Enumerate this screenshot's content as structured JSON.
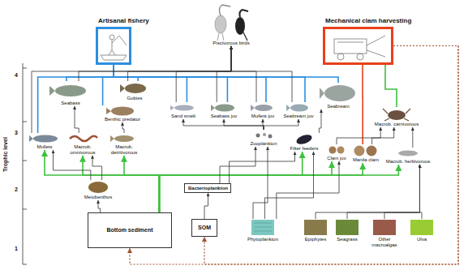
{
  "diagram": {
    "nodes": [
      {
        "text": [
          "Artisanal fishery"
        ]
      },
      {
        "text": [
          "Piscivorous birds"
        ]
      },
      {
        "text": [
          "Mechanical clam harvesting"
        ]
      },
      {
        "text": [
          "Seabass"
        ]
      },
      {
        "text": [
          "Gobies"
        ]
      },
      {
        "text": [
          "Benthic predator"
        ]
      },
      {
        "text": [
          "Sand smelt"
        ]
      },
      {
        "text": [
          "Seabass juv"
        ]
      },
      {
        "text": [
          "Mullets juv"
        ]
      },
      {
        "text": [
          "Seabream juv"
        ]
      },
      {
        "text": [
          "Seabream"
        ]
      },
      {
        "text": [
          "Macrob. carnivorous"
        ]
      },
      {
        "text": [
          "Mullets"
        ]
      },
      {
        "text": [
          "Macrob. omnivorous"
        ]
      },
      {
        "text": [
          "Macrob. detritivorous"
        ]
      },
      {
        "text": [
          "Zooplankton"
        ]
      },
      {
        "text": [
          "Filter feeders"
        ]
      },
      {
        "text": [
          "Clam juv"
        ]
      },
      {
        "text": [
          "Manila clam"
        ]
      },
      {
        "text": [
          "Macrob. herbivorous"
        ]
      },
      {
        "text": [
          "Meiobenthos"
        ]
      },
      {
        "text": [
          "Bacterioplankton"
        ]
      },
      {
        "text": [
          "Bottom sediment"
        ]
      },
      {
        "text": [
          "SOM"
        ]
      },
      {
        "text": [
          "Phytoplankton"
        ]
      },
      {
        "text": [
          "Epiphytes"
        ]
      },
      {
        "text": [
          "Seagrass"
        ]
      },
      {
        "text": [
          "Other macroalgae"
        ]
      },
      {
        "text": [
          "Ulva"
        ]
      }
    ],
    "edges": [
      {
        "from": 12,
        "to": 0,
        "arrow": "none"
      },
      {
        "from": 3,
        "to": 0,
        "arrow": "none"
      },
      {
        "from": 4,
        "to": 0,
        "arrow": "none"
      },
      {
        "from": 5,
        "to": 0,
        "arrow": "none"
      },
      {
        "from": 6,
        "to": 0,
        "arrow": "none"
      },
      {
        "from": 7,
        "to": 0,
        "arrow": "none"
      },
      {
        "from": 8,
        "to": 0,
        "arrow": "none"
      },
      {
        "from": 9,
        "to": 0,
        "arrow": "none"
      },
      {
        "from": 10,
        "to": 0,
        "arrow": "none"
      },
      {
        "from": 12,
        "to": 1,
        "arrow": "to"
      },
      {
        "from": 3,
        "to": 1,
        "arrow": "to"
      },
      {
        "from": 4,
        "to": 1,
        "arrow": "to"
      },
      {
        "from": 6,
        "to": 1,
        "arrow": "to"
      },
      {
        "from": 7,
        "to": 1,
        "arrow": "to"
      },
      {
        "from": 8,
        "to": 1,
        "arrow": "to"
      },
      {
        "from": 9,
        "to": 1,
        "arrow": "to"
      },
      {
        "from": 2,
        "to": 11,
        "arrow": "none"
      },
      {
        "from": 2,
        "to": 18,
        "arrow": "none"
      },
      {
        "from": 2,
        "to": 22,
        "arrow": "to"
      },
      {
        "from": 2,
        "to": 23,
        "arrow": "to"
      },
      {
        "from": 22,
        "to": 12,
        "arrow": "to"
      },
      {
        "from": 22,
        "to": 13,
        "arrow": "to"
      },
      {
        "from": 22,
        "to": 14,
        "arrow": "to"
      },
      {
        "from": 22,
        "to": 16,
        "arrow": "to"
      },
      {
        "from": 22,
        "to": 17,
        "arrow": "to"
      },
      {
        "from": 22,
        "to": 18,
        "arrow": "to"
      },
      {
        "from": 22,
        "to": 19,
        "arrow": "to"
      },
      {
        "from": 22,
        "to": 20,
        "arrow": "to"
      },
      {
        "from": 20,
        "to": 12,
        "arrow": "to"
      },
      {
        "from": 20,
        "to": 13,
        "arrow": "to"
      },
      {
        "from": 13,
        "to": 3,
        "arrow": "to"
      },
      {
        "from": 14,
        "to": 5,
        "arrow": "to"
      },
      {
        "from": 21,
        "to": 15,
        "arrow": "to"
      },
      {
        "from": 21,
        "to": 16,
        "arrow": "to"
      },
      {
        "from": 23,
        "to": 21,
        "arrow": "to"
      },
      {
        "from": 24,
        "to": 15,
        "arrow": "to"
      },
      {
        "from": 24,
        "to": 16,
        "arrow": "to"
      },
      {
        "from": 24,
        "to": 17,
        "arrow": "to"
      },
      {
        "from": 15,
        "to": 6,
        "arrow": "to"
      },
      {
        "from": 15,
        "to": 7,
        "arrow": "to"
      },
      {
        "from": 15,
        "to": 8,
        "arrow": "to"
      },
      {
        "from": 15,
        "to": 9,
        "arrow": "to"
      },
      {
        "from": 16,
        "to": 10,
        "arrow": "to"
      },
      {
        "from": 17,
        "to": 11,
        "arrow": "to"
      },
      {
        "from": 18,
        "to": 11,
        "arrow": "to"
      },
      {
        "from": 19,
        "to": 11,
        "arrow": "to"
      },
      {
        "from": 25,
        "to": 19,
        "arrow": "to"
      },
      {
        "from": 26,
        "to": 19,
        "arrow": "to"
      },
      {
        "from": 27,
        "to": 19,
        "arrow": "to"
      },
      {
        "from": 28,
        "to": 19,
        "arrow": "to"
      }
    ],
    "labels": [
      "Trophic level",
      "4",
      "3",
      "2",
      "1"
    ]
  }
}
